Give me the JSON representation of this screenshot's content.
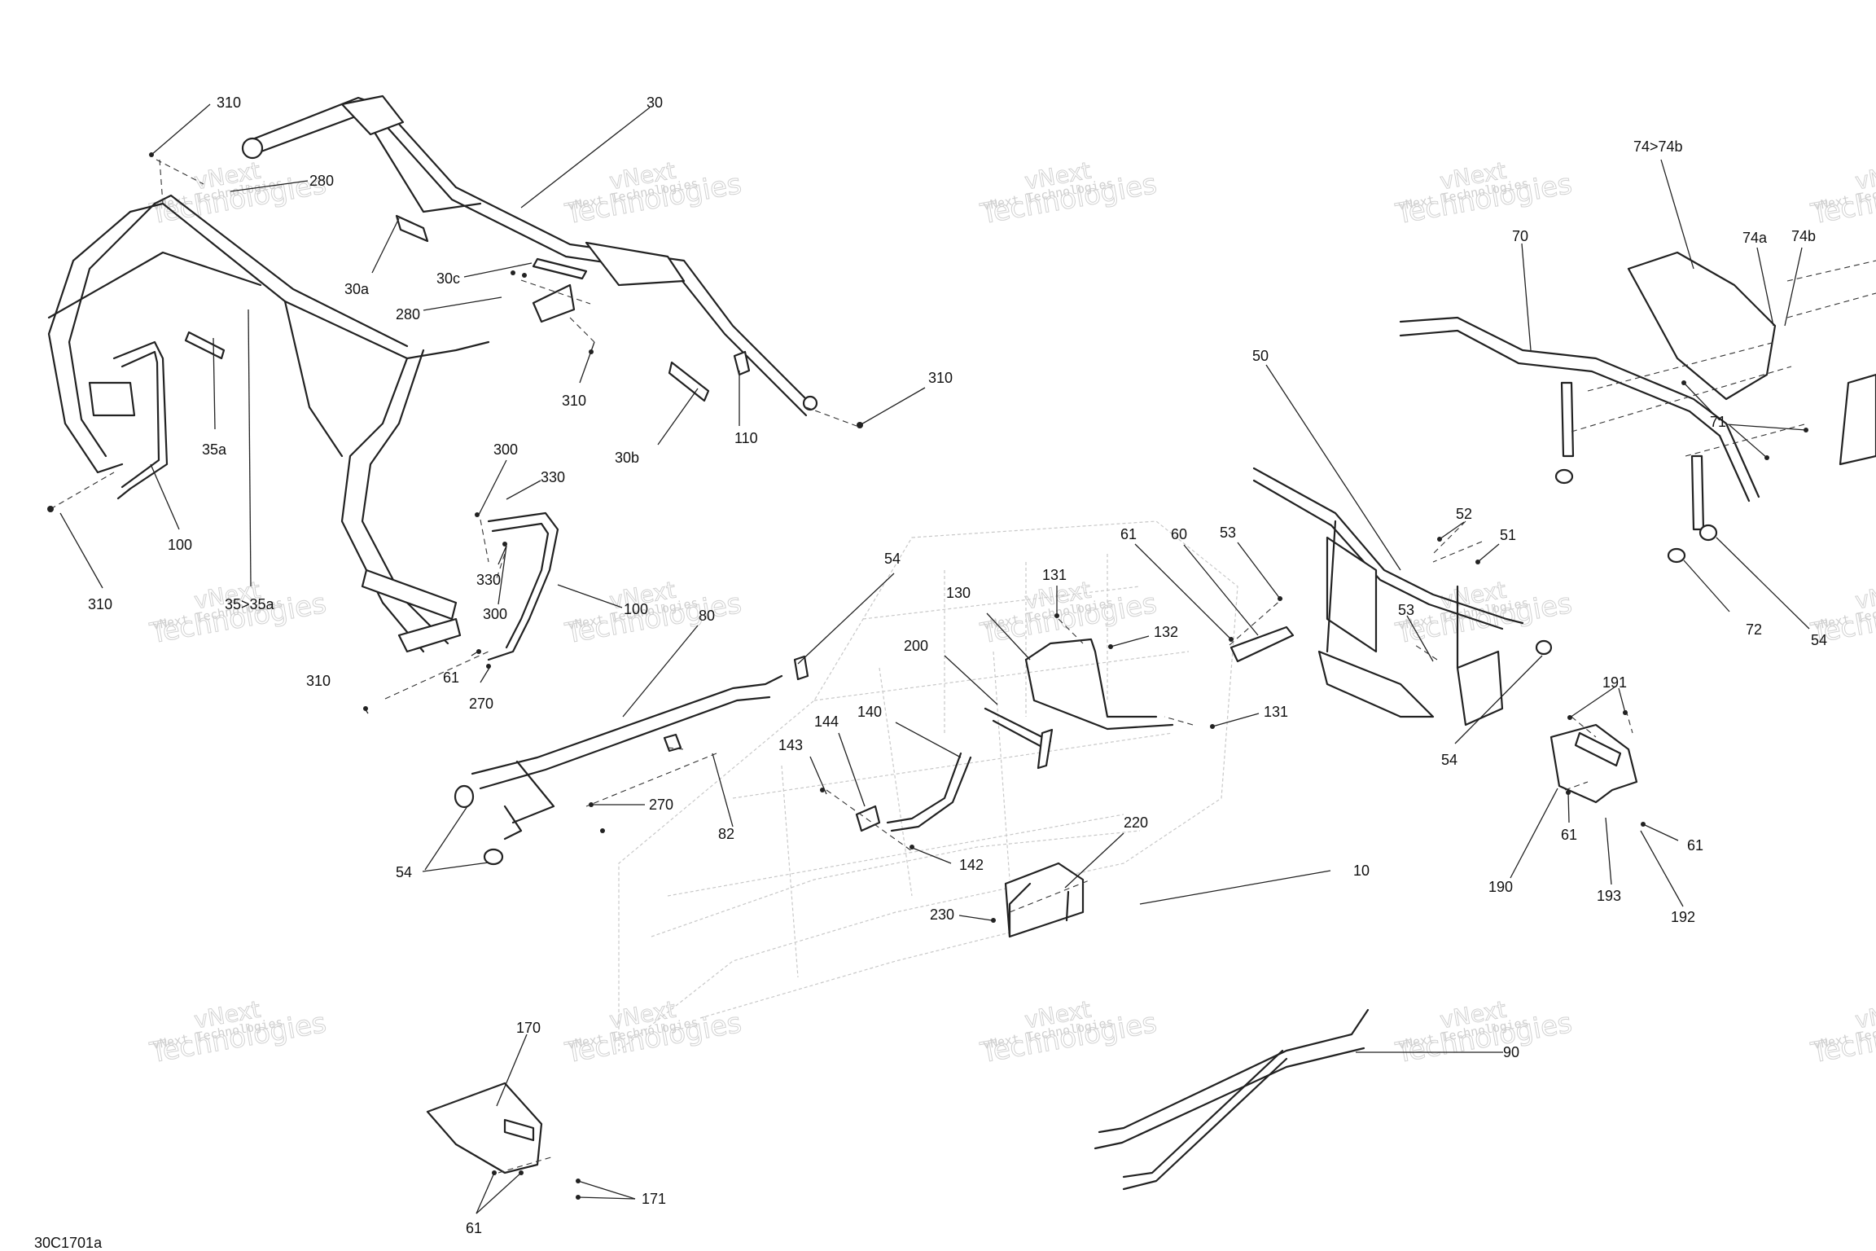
{
  "diagram_code": "30C1701a",
  "watermark": {
    "line1": "vNext Technologies",
    "line2": "Technologies",
    "line3": "vNext"
  },
  "callouts": [
    {
      "id": "c-310-a",
      "text": "310"
    },
    {
      "id": "c-30-a",
      "text": "30"
    },
    {
      "id": "c-280-a",
      "text": "280"
    },
    {
      "id": "c-30a",
      "text": "30a"
    },
    {
      "id": "c-30c",
      "text": "30c"
    },
    {
      "id": "c-280-b",
      "text": "280"
    },
    {
      "id": "c-310-b",
      "text": "310"
    },
    {
      "id": "c-310-c",
      "text": "310"
    },
    {
      "id": "c-30b",
      "text": "30b"
    },
    {
      "id": "c-110",
      "text": "110"
    },
    {
      "id": "c-35a",
      "text": "35a"
    },
    {
      "id": "c-100-a",
      "text": "100"
    },
    {
      "id": "c-310-d",
      "text": "310"
    },
    {
      "id": "c-35-35a",
      "text": "35>35a"
    },
    {
      "id": "c-300-a",
      "text": "300"
    },
    {
      "id": "c-330-a",
      "text": "330"
    },
    {
      "id": "c-330-b",
      "text": "330"
    },
    {
      "id": "c-300-b",
      "text": "300"
    },
    {
      "id": "c-100-b",
      "text": "100"
    },
    {
      "id": "c-61-a",
      "text": "61"
    },
    {
      "id": "c-270-a",
      "text": "270"
    },
    {
      "id": "c-310-e",
      "text": "310"
    },
    {
      "id": "c-80",
      "text": "80"
    },
    {
      "id": "c-54-a",
      "text": "54"
    },
    {
      "id": "c-270-b",
      "text": "270"
    },
    {
      "id": "c-82",
      "text": "82"
    },
    {
      "id": "c-54-b",
      "text": "54"
    },
    {
      "id": "c-130",
      "text": "130"
    },
    {
      "id": "c-131-a",
      "text": "131"
    },
    {
      "id": "c-132",
      "text": "132"
    },
    {
      "id": "c-131-b",
      "text": "131"
    },
    {
      "id": "c-200",
      "text": "200"
    },
    {
      "id": "c-144",
      "text": "144"
    },
    {
      "id": "c-140",
      "text": "140"
    },
    {
      "id": "c-143",
      "text": "143"
    },
    {
      "id": "c-142",
      "text": "142"
    },
    {
      "id": "c-220",
      "text": "220"
    },
    {
      "id": "c-230",
      "text": "230"
    },
    {
      "id": "c-10",
      "text": "10"
    },
    {
      "id": "c-61-b",
      "text": "61"
    },
    {
      "id": "c-60",
      "text": "60"
    },
    {
      "id": "c-53-a",
      "text": "53"
    },
    {
      "id": "c-50",
      "text": "50"
    },
    {
      "id": "c-52",
      "text": "52"
    },
    {
      "id": "c-51",
      "text": "51"
    },
    {
      "id": "c-53-b",
      "text": "53"
    },
    {
      "id": "c-54-c",
      "text": "54"
    },
    {
      "id": "c-74-74b",
      "text": "74>74b"
    },
    {
      "id": "c-70",
      "text": "70"
    },
    {
      "id": "c-74a",
      "text": "74a"
    },
    {
      "id": "c-74b",
      "text": "74b"
    },
    {
      "id": "c-71",
      "text": "71"
    },
    {
      "id": "c-72",
      "text": "72"
    },
    {
      "id": "c-54-d",
      "text": "54"
    },
    {
      "id": "c-191",
      "text": "191"
    },
    {
      "id": "c-61-c",
      "text": "61"
    },
    {
      "id": "c-61-d",
      "text": "61"
    },
    {
      "id": "c-190",
      "text": "190"
    },
    {
      "id": "c-193",
      "text": "193"
    },
    {
      "id": "c-192",
      "text": "192"
    },
    {
      "id": "c-170",
      "text": "170"
    },
    {
      "id": "c-171",
      "text": "171"
    },
    {
      "id": "c-61-e",
      "text": "61"
    },
    {
      "id": "c-90",
      "text": "90"
    }
  ]
}
